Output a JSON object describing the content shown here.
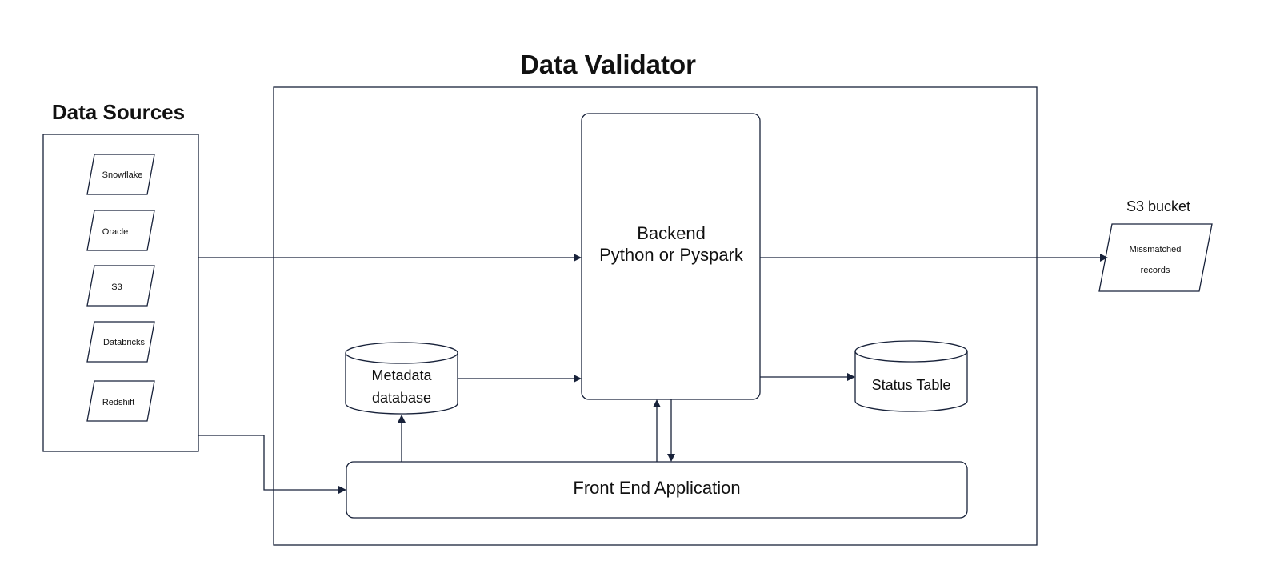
{
  "diagram": {
    "title": "Data Validator",
    "data_sources": {
      "title": "Data Sources",
      "items": [
        "Snowflake",
        "Oracle",
        "S3",
        "Databricks",
        "Redshift"
      ]
    },
    "backend": {
      "line1": "Backend",
      "line2": "Python or Pyspark"
    },
    "metadata_db": {
      "line1": "Metadata",
      "line2": "database"
    },
    "status_table": "Status Table",
    "front_end": "Front End Application",
    "s3_bucket": {
      "title": "S3 bucket",
      "line1": "Missmatched",
      "line2": "records"
    },
    "colors": {
      "stroke": "#18223a",
      "text": "#111111",
      "background": "#ffffff"
    }
  }
}
